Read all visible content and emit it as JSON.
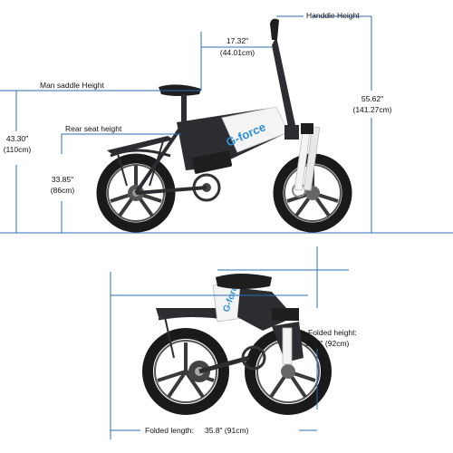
{
  "brand": {
    "logo_text": "G-force"
  },
  "dimensions": {
    "handle_height": {
      "label": "Handdle Height",
      "inches": "55.62\"",
      "cm": "(141.27cm)"
    },
    "handlebar_offset": {
      "inches": "17.32\"",
      "cm": "(44.01cm)"
    },
    "saddle_height": {
      "label": "Man saddle Height",
      "inches": "43.30\"",
      "cm": "(110cm)"
    },
    "rear_seat_height": {
      "label": "Rear seat height",
      "inches": "33.85\"",
      "cm": "(86cm)"
    },
    "folded_height": {
      "label": "Folded height:",
      "value": "36.2\" (92cm)"
    },
    "folded_length": {
      "label": "Folded length:",
      "value": "35.8\"  (91cm)"
    }
  },
  "colors": {
    "line": "#2a6fb5",
    "frame_dark": "#2b2d30",
    "frame_white": "#f4f4f4",
    "tire": "#1a1a1a",
    "accent_blue": "#2d8fd6"
  }
}
